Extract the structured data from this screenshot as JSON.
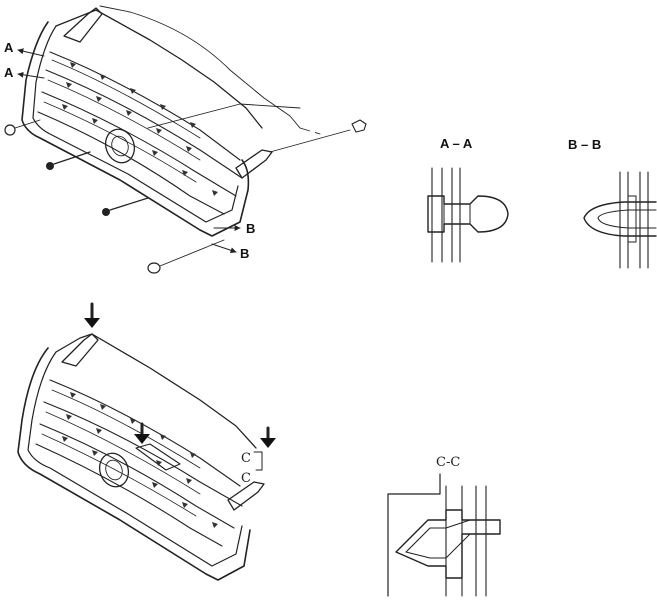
{
  "figure": {
    "callouts": {
      "a_top": "A",
      "a_bottom": "A",
      "b_top": "B",
      "b_bottom": "B",
      "c_top": "C",
      "c_bottom": "C"
    },
    "sections": {
      "aa_title": "A – A",
      "bb_title": "B – B",
      "cc_title": "C-C"
    }
  }
}
